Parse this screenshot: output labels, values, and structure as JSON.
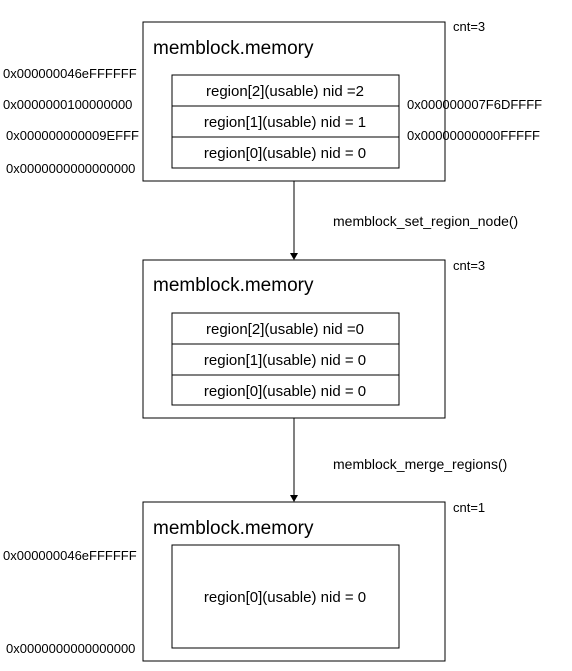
{
  "panel1": {
    "title": "memblock.memory",
    "cnt": "cnt=3",
    "regions": [
      "region[2](usable) nid =2",
      "region[1](usable) nid = 1",
      "region[0](usable) nid = 0"
    ],
    "left_addresses": [
      "0x000000046eFFFFFF",
      "0x0000000100000000",
      "0x000000000009EFFF",
      "0x0000000000000000"
    ],
    "right_addresses": [
      "0x000000007F6DFFFF",
      "0x00000000000FFFFF"
    ]
  },
  "transition1": {
    "label": "memblock_set_region_node()"
  },
  "panel2": {
    "title": "memblock.memory",
    "cnt": "cnt=3",
    "regions": [
      "region[2](usable) nid =0",
      "region[1](usable) nid = 0",
      "region[0](usable) nid = 0"
    ]
  },
  "transition2": {
    "label": "memblock_merge_regions()"
  },
  "panel3": {
    "title": "memblock.memory",
    "cnt": "cnt=1",
    "region": "region[0](usable) nid = 0",
    "left_addresses": [
      "0x000000046eFFFFFF",
      "0x0000000000000000"
    ]
  },
  "colors": {
    "stroke": "#000000",
    "background": "#ffffff"
  }
}
